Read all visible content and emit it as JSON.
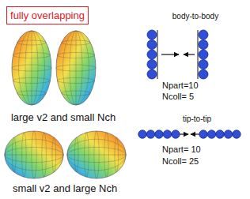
{
  "diagram": {
    "nodes": [
      {
        "text": [
          "fully overlapping"
        ]
      }
    ],
    "labels": [
      "body-to-body",
      "Npart=10",
      "Ncoll= 5",
      "large v2 and small Nch",
      "tip-to-tip",
      "Npart= 10",
      "Ncoll= 25",
      "small v2 and large Nch"
    ]
  }
}
